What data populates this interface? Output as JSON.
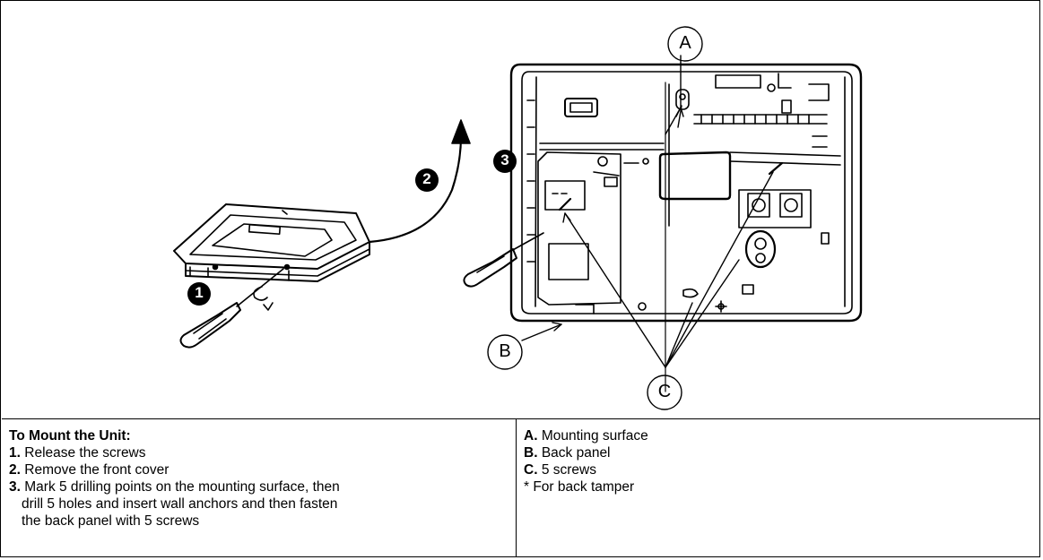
{
  "figure": {
    "labels": {
      "a": "A",
      "b": "B",
      "c": "C",
      "step1": "1",
      "step2": "2",
      "step3": "3"
    }
  },
  "instructions": {
    "title": "To Mount the Unit:",
    "steps": [
      {
        "num": "1.",
        "text": "Release the screws"
      },
      {
        "num": "2.",
        "text": "Remove the front cover"
      },
      {
        "num": "3.",
        "text": "Mark 5 drilling points on the mounting surface, then",
        "cont": [
          "drill 5 holes and insert wall anchors and then fasten",
          "the back panel with 5 screws"
        ]
      }
    ]
  },
  "legend": {
    "items": [
      {
        "key": "A.",
        "text": "Mounting surface"
      },
      {
        "key": "B.",
        "text": "Back panel"
      },
      {
        "key": "C.",
        "text": "5 screws"
      }
    ],
    "note": "* For back tamper"
  }
}
